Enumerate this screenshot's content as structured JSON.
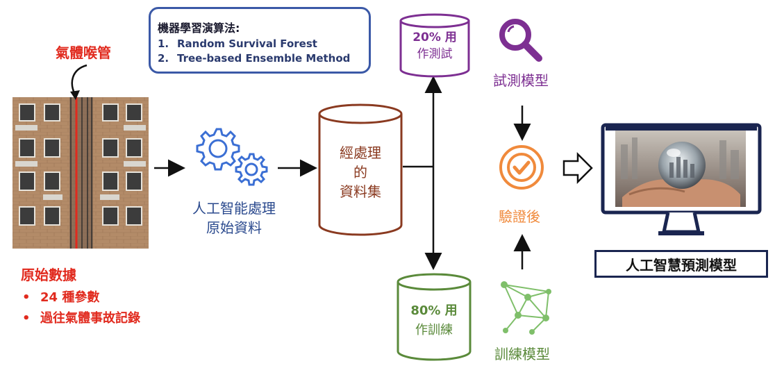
{
  "algorithm_box": {
    "title": "機器學習演算法:",
    "items": [
      {
        "num": "1.",
        "label": "Random Survival Forest"
      },
      {
        "num": "2.",
        "label": "Tree-based Ensemble Method"
      }
    ]
  },
  "gas_pipe_label": "氣體喉管",
  "raw_data": {
    "title": "原始數據",
    "bullets": [
      "24 種參數",
      "過往氣體事故記錄"
    ]
  },
  "ai_process_label": [
    "人工智能處理",
    "原始資料"
  ],
  "processed_dataset": [
    "經處理",
    "的",
    "資料集"
  ],
  "test_cylinder": [
    "20% 用",
    "作測試"
  ],
  "train_cylinder": [
    "80% 用",
    "作訓練"
  ],
  "test_model_label": "試測模型",
  "validated_label": "驗證後",
  "train_model_label": "訓練模型",
  "prediction_model_label": "人工智慧預測模型",
  "colors": {
    "blue": "#3b59a7",
    "red": "#e12a1e",
    "purple": "#7d2f92",
    "orange": "#f08a3c",
    "green": "#5a8a3a",
    "brown": "#8a3a20",
    "navy": "#1a2550"
  },
  "icons": [
    "gears-icon",
    "magnifier-icon",
    "check-circle-icon",
    "network-icon",
    "arrow-outline-icon",
    "monitor-icon",
    "crystal-ball-image",
    "building-photo"
  ]
}
